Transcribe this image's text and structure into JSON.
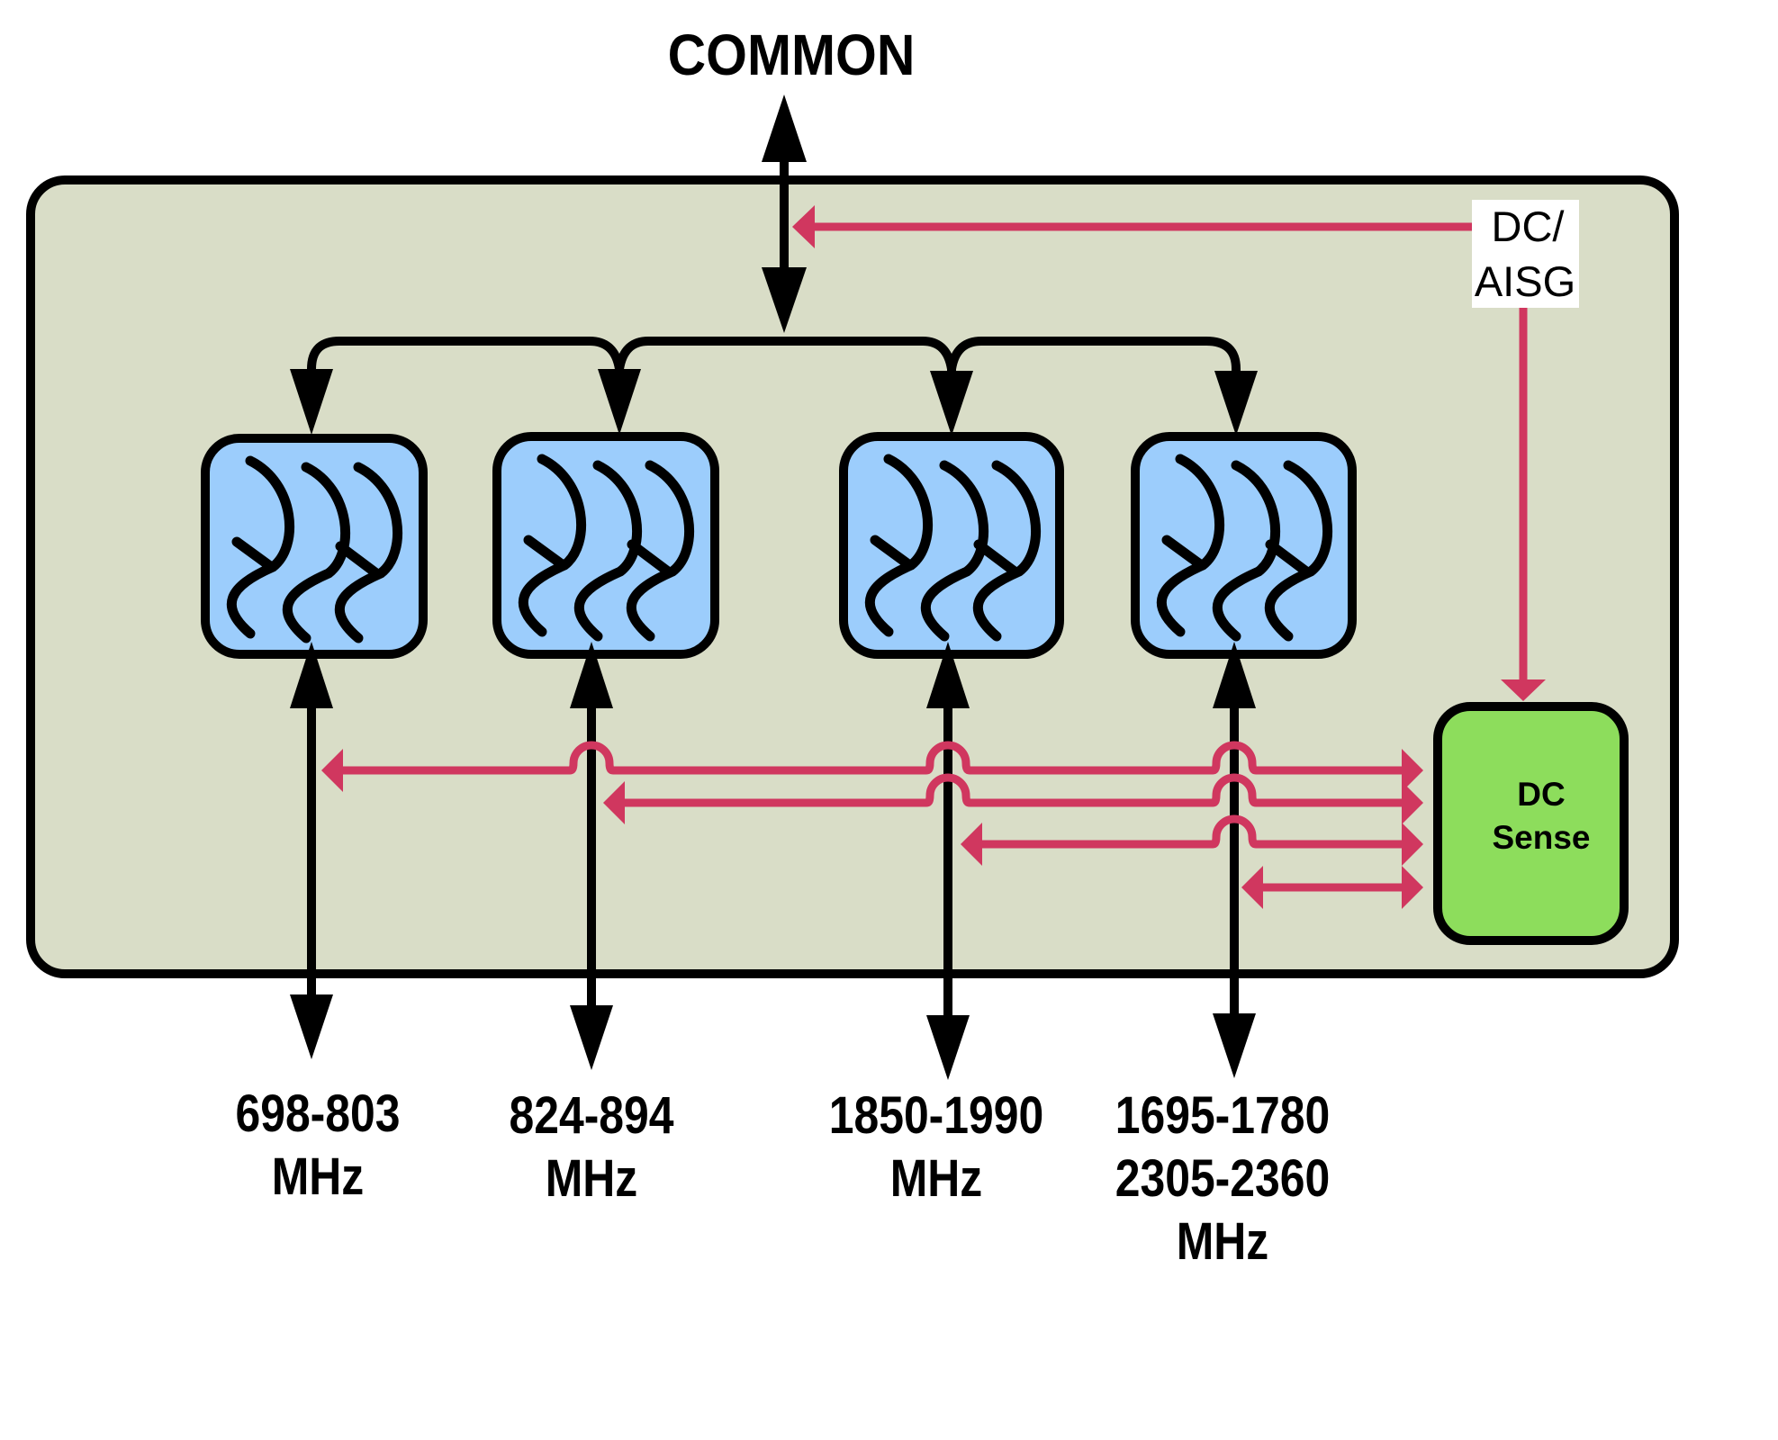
{
  "title": "COMMON",
  "control_label": {
    "line1": "DC/",
    "line2": "AISG"
  },
  "sense_block": {
    "line1": "DC",
    "line2": "Sense"
  },
  "bands": [
    {
      "lines": [
        "698-803",
        "MHz"
      ]
    },
    {
      "lines": [
        "824-894",
        "MHz"
      ]
    },
    {
      "lines": [
        "1850-1990",
        "MHz"
      ]
    },
    {
      "lines": [
        "1695-1780",
        "2305-2360",
        "MHz"
      ]
    }
  ],
  "filters": [
    {
      "name": "filter-698-803"
    },
    {
      "name": "filter-824-894"
    },
    {
      "name": "filter-1850-1990"
    },
    {
      "name": "filter-1695-2360"
    }
  ],
  "colors": {
    "enclosure_fill": "#D9DDC7",
    "filter_fill": "#9CCDFC",
    "sense_fill": "#8DDD5C",
    "dc_line": "#D0375F",
    "stroke": "#000000"
  }
}
